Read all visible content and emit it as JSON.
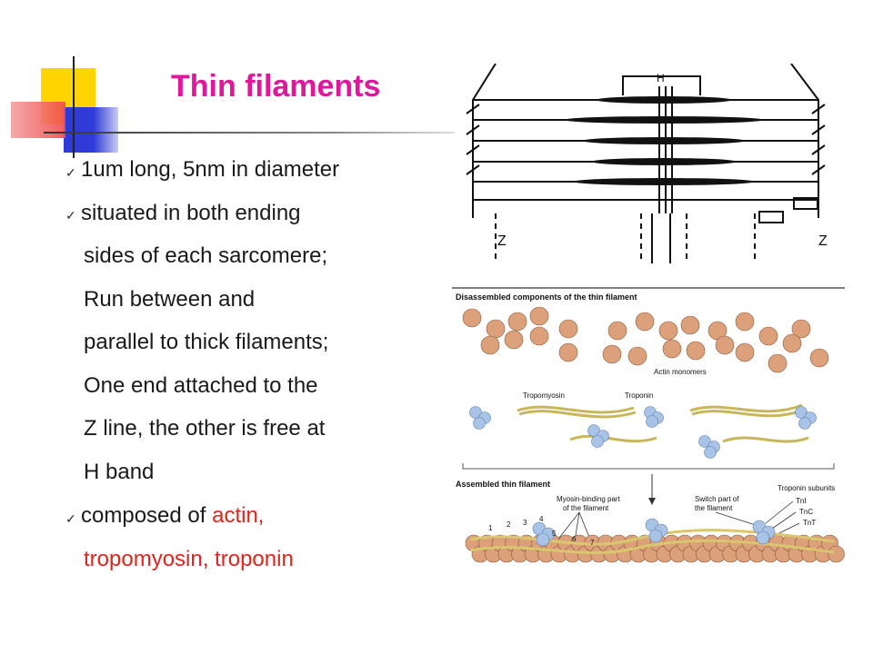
{
  "slide": {
    "title": "Thin filaments",
    "bullets": [
      {
        "lines": [
          "1um long,  5nm in diameter"
        ]
      },
      {
        "lines": [
          "situated in both ending",
          "sides of each sarcomere;",
          "Run between and",
          "parallel to thick filaments;",
          "One end attached to the",
          "Z line, the other is free at",
          "H  band"
        ]
      },
      {
        "prefix": "composed of ",
        "highlight": "actin,",
        "continuation": "tropomyosin,  troponin"
      }
    ]
  },
  "sarcomere_diagram": {
    "h_label": "H",
    "z_left": "Z",
    "z_right": "Z"
  },
  "thin_filament_diagram": {
    "disassembled_title": "Disassembled components of the thin filament",
    "actin_monomers": "Actin monomers",
    "tropomyosin": "Tropomyosin",
    "troponin": "Troponin",
    "assembled_title": "Assembled thin filament",
    "myosin_binding": [
      "Myosin-binding part",
      "of the filament"
    ],
    "switch_part": [
      "Switch part of",
      "the filament"
    ],
    "troponin_subunits": "Troponin subunits",
    "subunits": [
      "TnI",
      "TnC",
      "TnT"
    ],
    "numbers": [
      "1",
      "2",
      "3",
      "4",
      "5",
      "6",
      "7"
    ]
  },
  "colors": {
    "title": "#e0169b",
    "highlight": "#e0241b",
    "deco_yellow": "#ffd400",
    "deco_blue": "#2f3bd6",
    "deco_red": "#f05a5a",
    "actin": "#dca07a",
    "troponin": "#a9c3e6",
    "tropomyosin": "#e9d88a"
  }
}
